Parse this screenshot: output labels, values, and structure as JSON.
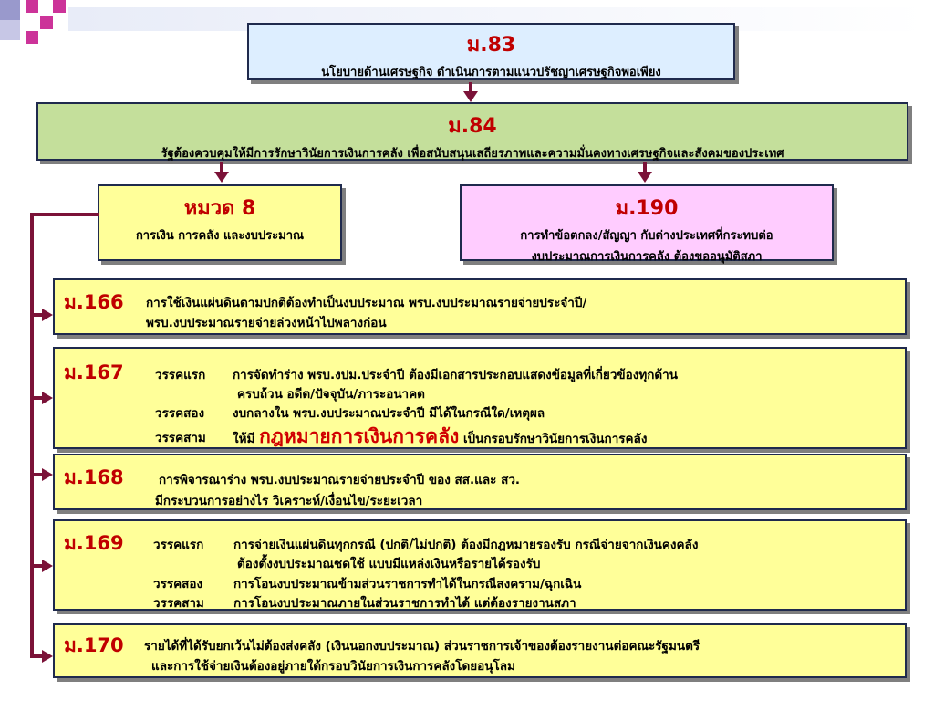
{
  "m83": {
    "title": "ม.83",
    "text": "นโยบายด้านเศรษฐกิจ ดำเนินการตามแนวปรัชญาเศรษฐกิจพอเพียง"
  },
  "m84": {
    "title": "ม.84",
    "text": "รัฐต้องควบคุมให้มีการรักษาวินัยการเงินการคลัง เพื่อสนับสนุนเสถียรภาพและความมั่นคงทางเศรษฐกิจและสังคมของประเทศ"
  },
  "chapter8": {
    "title": "หมวด 8",
    "text": "การเงิน การคลัง และงบประมาณ"
  },
  "m190": {
    "title": "ม.190",
    "line1": "การทำข้อตกลง/สัญญา กับต่างประเทศที่กระทบต่อ",
    "line2": "งบประมาณการเงินการคลัง ต้องขออนุมัติสภา"
  },
  "m166": {
    "num": "ม.166",
    "line1": "การใช้เงินแผ่นดินตามปกติต้องทำเป็นงบประมาณ       พรบ.งบประมาณรายจ่ายประจำปี/",
    "line2": "พรบ.งบประมาณรายจ่ายล่วงหน้าไปพลางก่อน"
  },
  "m167": {
    "num": "ม.167",
    "p1_label": "วรรคแรก",
    "p1_line1": "การจัดทำร่าง พรบ.งปม.ประจำปี ต้องมีเอกสารประกอบแสดงข้อมูลที่เกี่ยวข้องทุกด้าน",
    "p1_line2": "ครบถ้วน อดีต/ปัจจุบัน/ภาระอนาคต",
    "p2_label": "วรรคสอง",
    "p2_text": "งบกลางใน พรบ.งบประมาณประจำปี มีได้ในกรณีใด/เหตุผล",
    "p3_label": "วรรคสาม",
    "p3_pre": "ให้มี",
    "p3_highlight": "กฎหมายการเงินการคลัง",
    "p3_post": "เป็นกรอบรักษาวินัยการเงินการคลัง"
  },
  "m168": {
    "num": "ม.168",
    "line1": "การพิจารณาร่าง พรบ.งบประมาณรายจ่ายประจำปี ของ สส.และ สว.",
    "line2": "มีกระบวนการอย่างไร วิเคราะห์/เงื่อนไข/ระยะเวลา"
  },
  "m169": {
    "num": "ม.169",
    "p1_label": "วรรคแรก",
    "p1_line1": "การจ่ายเงินแผ่นดินทุกกรณี (ปกติ/ไม่ปกติ) ต้องมีกฎหมายรองรับ กรณีจ่ายจากเงินคงคลัง",
    "p1_line2": "ต้องตั้งงบประมาณชดใช้ แบบมีแหล่งเงินหรือรายได้รองรับ",
    "p2_label": "วรรคสอง",
    "p2_text": "การโอนงบประมาณข้ามส่วนราชการทำได้ในกรณีสงคราม/ฉุกเฉิน",
    "p3_label": "วรรคสาม",
    "p3_text": "การโอนงบประมาณภายในส่วนราชการทำได้ แต่ต้องรายงานสภา"
  },
  "m170": {
    "num": "ม.170",
    "line1": "รายได้ที่ได้รับยกเว้นไม่ต้องส่งคลัง (เงินนอกงบประมาณ) ส่วนราชการเจ้าของต้องรายงานต่อคณะรัฐมนตรี",
    "line2": "และการใช้จ่ายเงินต้องอยู่ภายใต้กรอบวินัยการเงินการคลังโดยอนุโลม"
  },
  "colors": {
    "red": "#c00000",
    "connector": "#7b1238",
    "yellow": "#ffff99",
    "blue": "#ddeeff",
    "green": "#c4df9b",
    "pink": "#ffccff"
  }
}
